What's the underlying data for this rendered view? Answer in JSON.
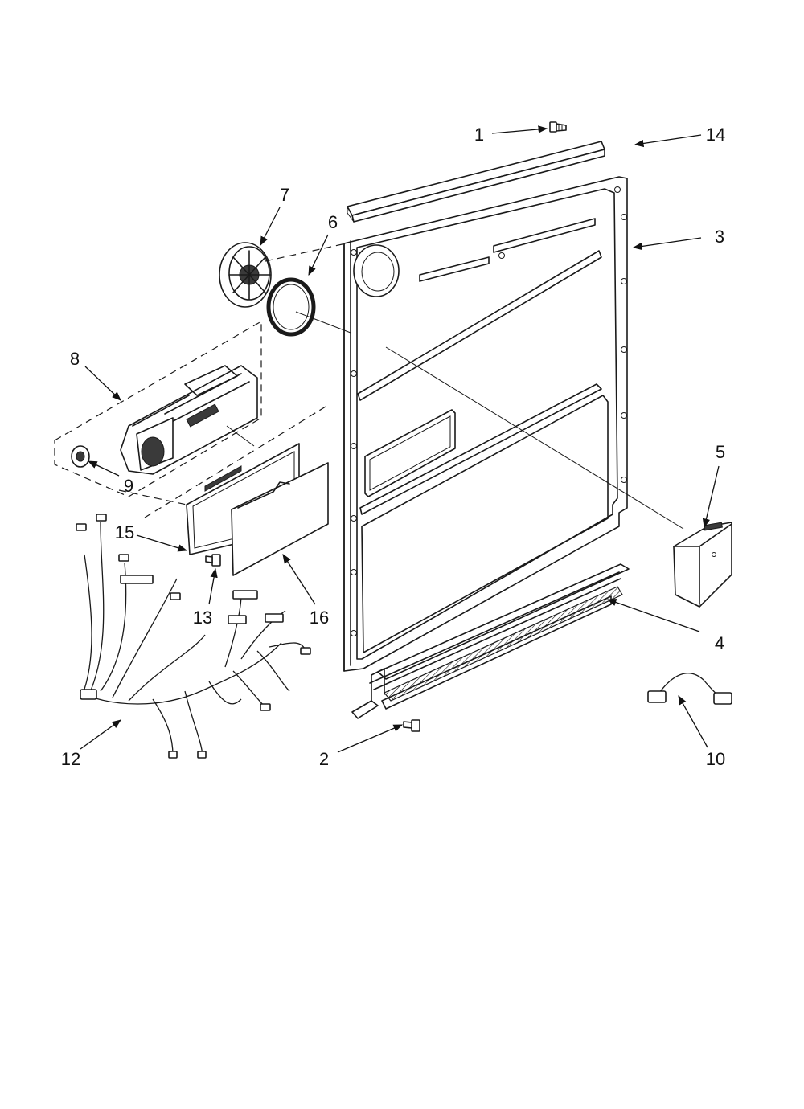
{
  "callouts": [
    {
      "id": "1",
      "label": "1"
    },
    {
      "id": "2",
      "label": "2"
    },
    {
      "id": "3",
      "label": "3"
    },
    {
      "id": "4",
      "label": "4"
    },
    {
      "id": "5",
      "label": "5"
    },
    {
      "id": "6",
      "label": "6"
    },
    {
      "id": "7",
      "label": "7"
    },
    {
      "id": "8",
      "label": "8"
    },
    {
      "id": "9",
      "label": "9"
    },
    {
      "id": "10",
      "label": "10"
    },
    {
      "id": "12",
      "label": "12"
    },
    {
      "id": "13",
      "label": "13"
    },
    {
      "id": "14",
      "label": "14"
    },
    {
      "id": "15",
      "label": "15"
    },
    {
      "id": "16",
      "label": "16"
    }
  ],
  "colors": {
    "line": "#1a1a1a",
    "background": "#ffffff"
  }
}
